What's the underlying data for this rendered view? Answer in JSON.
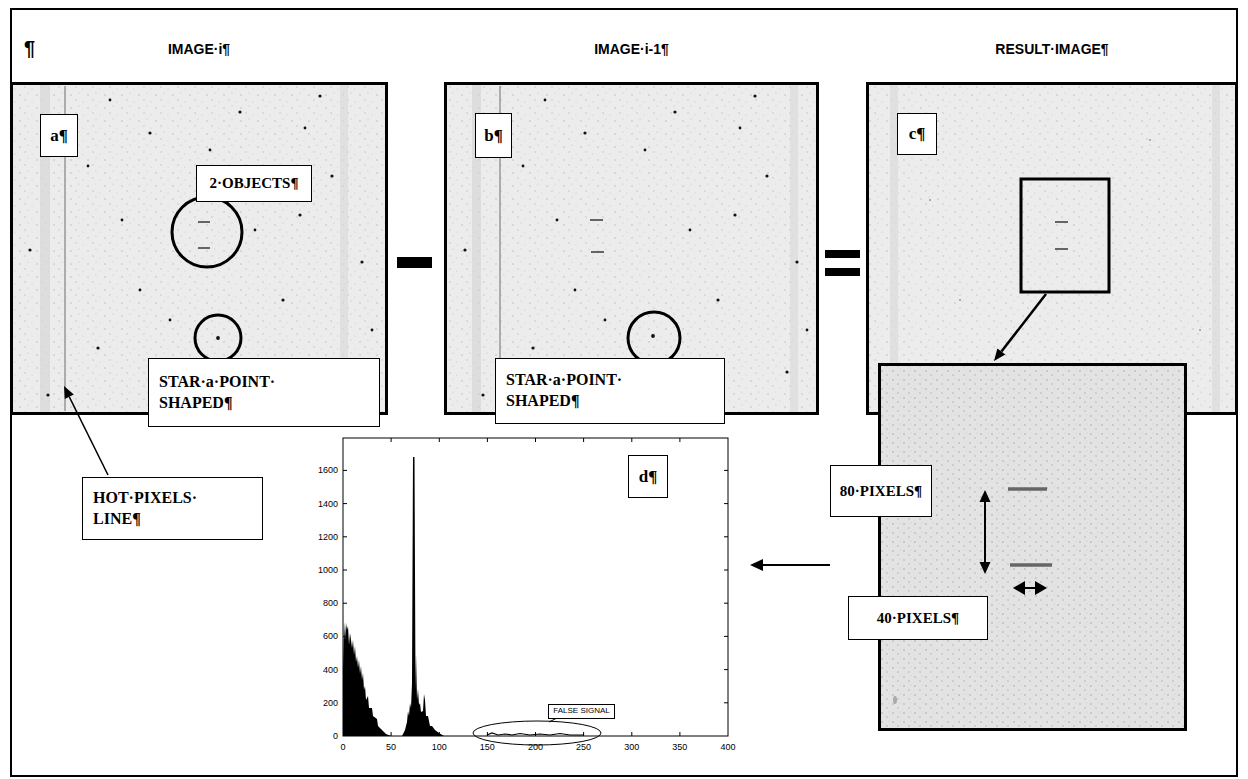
{
  "diagram": {
    "nodes": [
      {
        "text": [
          "IMAGE·i¶"
        ]
      },
      {
        "text": [
          "a¶"
        ],
        "in": 0
      },
      {
        "text": [
          "2·OBJECTS¶"
        ],
        "in": 0
      },
      {
        "text": [
          "STAR·a·POINT· SHAPED¶"
        ]
      },
      {
        "text": [
          "IMAGE·i-1¶"
        ]
      },
      {
        "text": [
          "b¶"
        ],
        "in": 4
      },
      {
        "text": [
          "STAR·a·POINT· SHAPED¶"
        ]
      },
      {
        "text": [
          "RESULT·IMAGE¶"
        ]
      },
      {
        "text": [
          "c¶"
        ],
        "in": 7
      },
      {
        "text": [
          "HOT·PIXELS· LINE¶"
        ]
      },
      {
        "text": [
          "d¶"
        ]
      },
      {
        "text": [
          "80·PIXELS¶"
        ]
      },
      {
        "text": [
          "40·PIXELS¶"
        ]
      },
      {
        "text": [
          "FALSE SIGNAL"
        ]
      }
    ],
    "labels": [
      "¶",
      "0",
      "50",
      "100",
      "150",
      "200",
      "250",
      "300",
      "350",
      "400",
      "0",
      "200",
      "400",
      "600",
      "800",
      "1000",
      "1200",
      "1400",
      "1600"
    ]
  }
}
